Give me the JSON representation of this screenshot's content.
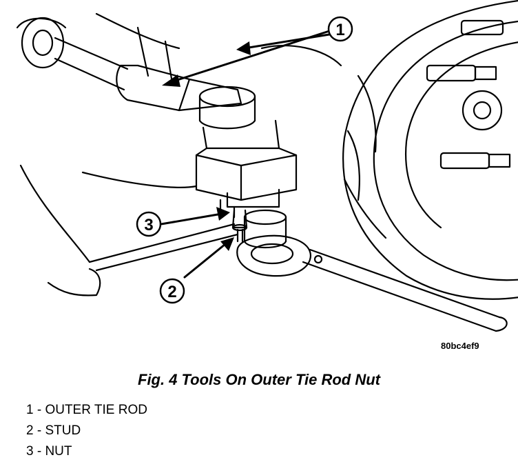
{
  "figure": {
    "image_code": "80bc4ef9",
    "callouts": [
      "1",
      "2",
      "3"
    ]
  },
  "caption": "Fig. 4 Tools On Outer Tie Rod Nut",
  "legend": [
    {
      "text": "1 - OUTER TIE ROD"
    },
    {
      "text": "2 - STUD"
    },
    {
      "text": "3 - NUT"
    }
  ]
}
